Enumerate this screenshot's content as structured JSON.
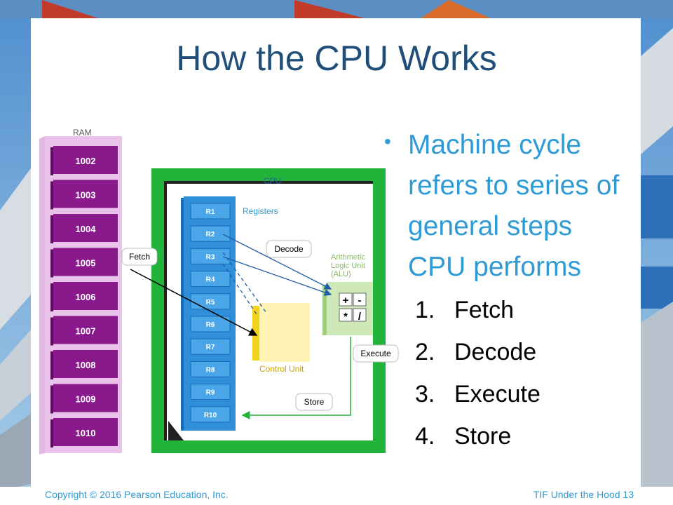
{
  "title": "How the CPU Works",
  "bullet": "Machine cycle refers to series of general steps CPU performs",
  "steps": [
    {
      "num": "1.",
      "label": "Fetch"
    },
    {
      "num": "2.",
      "label": "Decode"
    },
    {
      "num": "3.",
      "label": "Execute"
    },
    {
      "num": "4.",
      "label": "Store"
    }
  ],
  "diagram": {
    "ram_label": "RAM",
    "ram_cells": [
      "1002",
      "1003",
      "1004",
      "1005",
      "1006",
      "1007",
      "1008",
      "1009",
      "1010"
    ],
    "cpu_label": "CPU",
    "registers_label": "Registers",
    "registers": [
      "R1",
      "R2",
      "R3",
      "R4",
      "R5",
      "R6",
      "R7",
      "R8",
      "R9",
      "R10"
    ],
    "alu_label_1": "Arithmetic",
    "alu_label_2": "Logic Unit",
    "alu_label_3": "(ALU)",
    "alu_ops": [
      "+",
      "-",
      "*",
      "/"
    ],
    "control_unit_label": "Control Unit",
    "callouts": {
      "fetch": "Fetch",
      "decode": "Decode",
      "execute": "Execute",
      "store": "Store"
    }
  },
  "footer": {
    "copyright": "Copyright © 2016 Pearson Education, Inc.",
    "slide_ref": "TIF  Under the Hood 13"
  },
  "colors": {
    "title": "#1f4e79",
    "accent": "#2e9ad6",
    "ram_purple": "#8a1a8c",
    "cpu_green": "#22b33a",
    "register_blue": "#2f8fd8",
    "alu_green": "#cfe8b8",
    "control_yellow": "#fff2b3"
  }
}
